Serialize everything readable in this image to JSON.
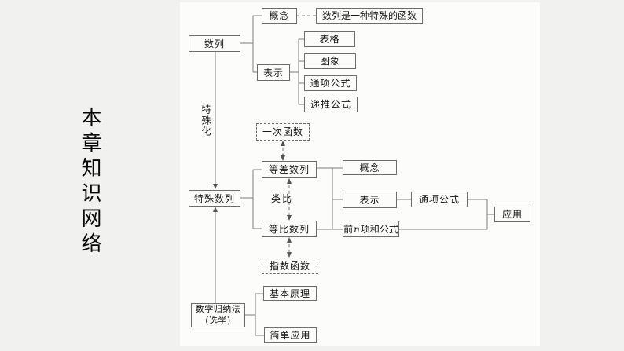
{
  "page": {
    "background": "#f1f1f0",
    "panel": "#fcfcfb",
    "line_color": "#7d7d7d",
    "arrow_color": "#555555",
    "text_color": "#141414"
  },
  "title": {
    "text": "本章知识网络"
  },
  "diagram": {
    "nodes": {
      "sequence": "数列",
      "concept1": "概念",
      "definition": "数列是一种特殊的函数",
      "representation1": "表示",
      "table": "表格",
      "graph": "图象",
      "general_formula1": "通项公式",
      "recursive_formula": "递推公式",
      "linear_function": "一次函数",
      "special_sequences": "特殊数列",
      "arithmetic": "等差数列",
      "geometric": "等比数列",
      "concept2": "概念",
      "representation2": "表示",
      "general_formula2": "通项公式",
      "sum_formula": {
        "pre": "前",
        "var": "n",
        "post": "项和公式"
      },
      "application": "应用",
      "exponential_function": "指数函数",
      "basic_principle": "基本原理",
      "induction": {
        "line1": "数学归纳法",
        "line2": "（选学）"
      },
      "simple_application": "简单应用"
    },
    "labels": {
      "specialization": "特殊化",
      "analogy": "类比"
    }
  }
}
